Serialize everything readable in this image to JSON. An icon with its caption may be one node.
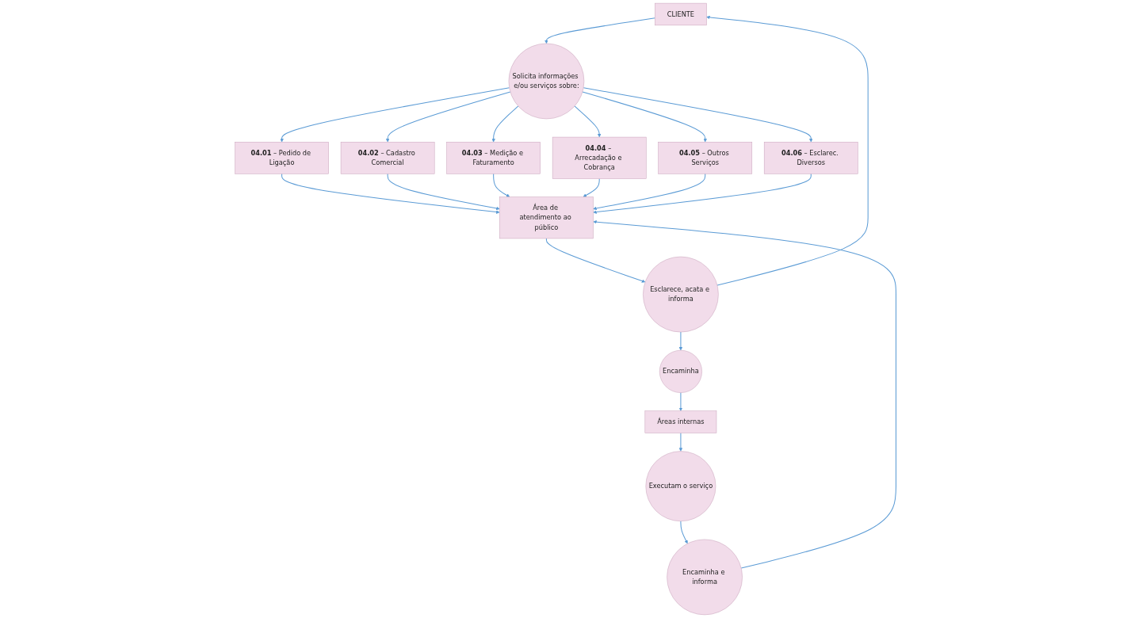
{
  "diagram": {
    "nodes": [
      {
        "text": [
          "CLIENTE"
        ]
      },
      {
        "text": [
          "Solicita informações e/ou serviços sobre:"
        ]
      },
      {
        "text": [
          "**04.01** – Pedido de Ligação"
        ]
      },
      {
        "text": [
          "**04.02** – Cadastro Comercial"
        ]
      },
      {
        "text": [
          "**04.03** – Medição e Faturamento"
        ]
      },
      {
        "text": [
          "**04.04** – Arrecadação e Cobrança"
        ]
      },
      {
        "text": [
          "**04.05** – Outros Serviços"
        ]
      },
      {
        "text": [
          "**04.06** – Esclarec. Diversos"
        ]
      },
      {
        "text": [
          "Esclarece, acata e informa"
        ]
      },
      {
        "text": [
          "Área de atendimento ao público"
        ]
      },
      {
        "text": [
          "Encaminha e informa"
        ]
      },
      {
        "text": [
          "Encaminha"
        ]
      },
      {
        "text": [
          "Áreas internas"
        ]
      },
      {
        "text": [
          "Executam o serviço"
        ]
      }
    ],
    "edges": [
      {
        "from": 0,
        "to": 1,
        "arrow": "to"
      },
      {
        "from": 1,
        "to": 2,
        "arrow": "to"
      },
      {
        "from": 1,
        "to": 3,
        "arrow": "to"
      },
      {
        "from": 1,
        "to": 4,
        "arrow": "to"
      },
      {
        "from": 1,
        "to": 5,
        "arrow": "to"
      },
      {
        "from": 1,
        "to": 6,
        "arrow": "to"
      },
      {
        "from": 1,
        "to": 7,
        "arrow": "to"
      },
      {
        "from": 2,
        "to": 9,
        "arrow": "to"
      },
      {
        "from": 3,
        "to": 9,
        "arrow": "to"
      },
      {
        "from": 4,
        "to": 9,
        "arrow": "to"
      },
      {
        "from": 5,
        "to": 9,
        "arrow": "to"
      },
      {
        "from": 6,
        "to": 9,
        "arrow": "to"
      },
      {
        "from": 7,
        "to": 9,
        "arrow": "to"
      },
      {
        "from": 9,
        "to": 8,
        "arrow": "to"
      },
      {
        "from": 10,
        "to": 9,
        "arrow": "to"
      },
      {
        "from": 8,
        "to": 0,
        "arrow": "to"
      },
      {
        "from": 8,
        "to": 11,
        "arrow": "to"
      },
      {
        "from": 11,
        "to": 12,
        "arrow": "to"
      },
      {
        "from": 12,
        "to": 13,
        "arrow": "to"
      },
      {
        "from": 13,
        "to": 10,
        "arrow": "to"
      }
    ]
  }
}
